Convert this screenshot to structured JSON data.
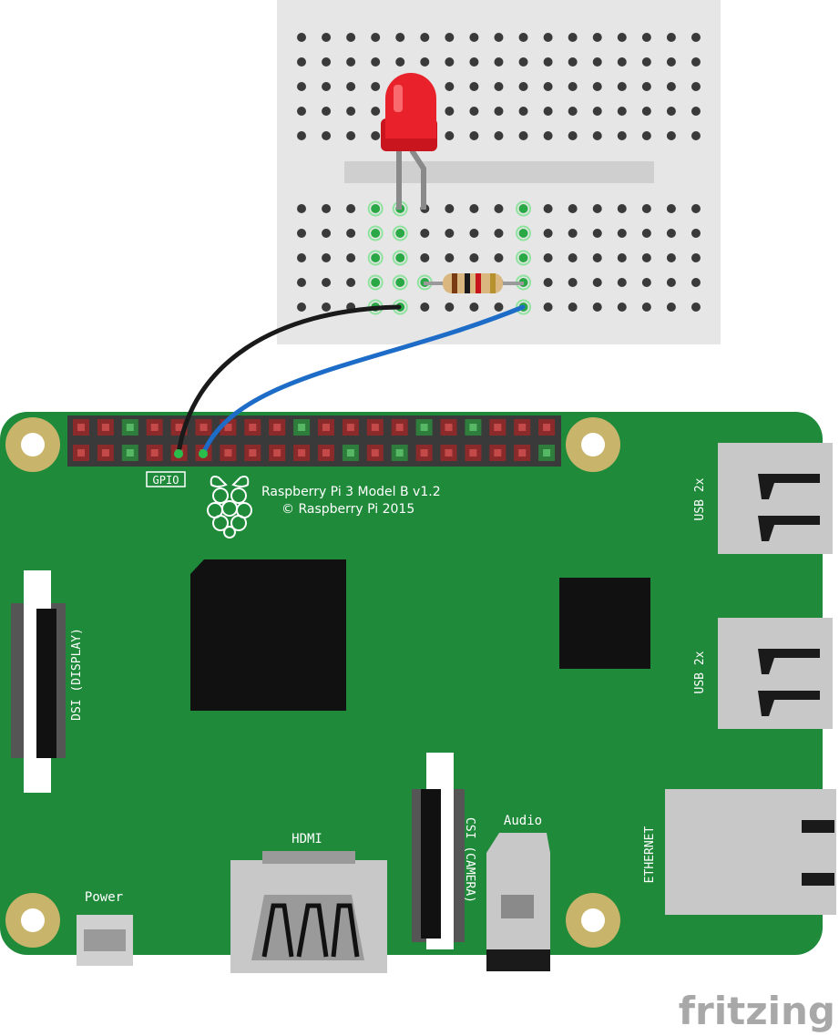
{
  "board": {
    "title": "Raspberry Pi 3 Model B v1.2",
    "copyright": "© Raspberry Pi 2015",
    "gpio_label": "GPIO",
    "dsi_label": "DSI (DISPLAY)",
    "csi_label": "CSI (CAMERA)",
    "hdmi_label": "HDMI",
    "audio_label": "Audio",
    "power_label": "Power",
    "usb_label_1": "USB 2x",
    "usb_label_2": "USB 2x",
    "ethernet_label": "ETHERNET"
  },
  "watermark": "fritzing",
  "colors": {
    "pcb": "#1f8a3a",
    "breadboard": "#e6e6e6",
    "led": "#e8212a",
    "wire_black": "#1a1a1a",
    "wire_blue": "#1d6cc7",
    "chip": "#111111"
  },
  "components": {
    "led": "red-led",
    "resistor": "resistor",
    "wires": [
      "black-wire",
      "blue-wire"
    ]
  }
}
